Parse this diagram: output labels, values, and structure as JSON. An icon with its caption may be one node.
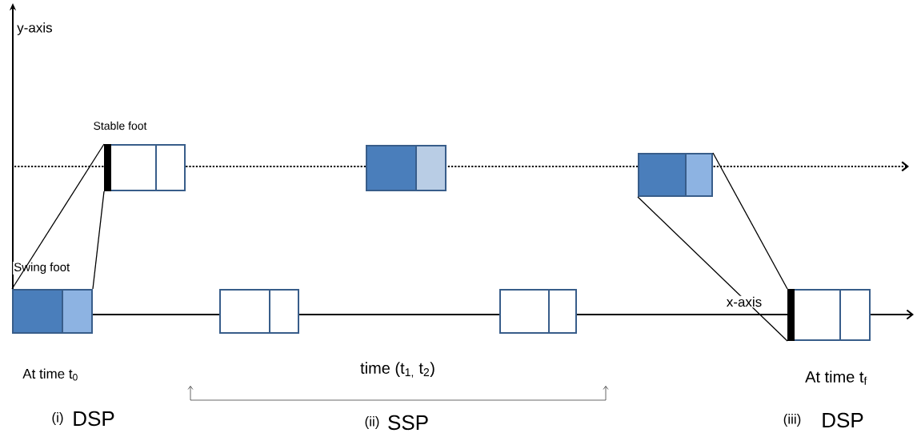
{
  "diagram": {
    "nodes": [
      {
        "text": [],
        "shape": "box",
        "beside": [
          "Stable foot"
        ]
      },
      {
        "text": [],
        "shape": "box"
      },
      {
        "text": [],
        "shape": "box"
      },
      {
        "text": [],
        "shape": "box",
        "beside": [
          "Swing foot"
        ]
      },
      {
        "text": [],
        "shape": "box"
      },
      {
        "text": [],
        "shape": "box"
      },
      {
        "text": [],
        "shape": "box"
      }
    ],
    "edges": [
      {
        "from": 3,
        "to": 0,
        "arrow": "none"
      },
      {
        "from": 3,
        "to": 0,
        "arrow": "none"
      },
      {
        "from": 2,
        "to": 6,
        "arrow": "none"
      },
      {
        "from": 2,
        "to": 6,
        "arrow": "none"
      }
    ],
    "labels": [
      "y-axis",
      "x-axis",
      "At time t$_{0}$",
      "time (t$_{1,}$ t$_{2}$)",
      "At time t$_{f}$",
      "(i)",
      "DSP",
      "(ii)",
      "SSP",
      "(iii)",
      "DSP"
    ]
  }
}
